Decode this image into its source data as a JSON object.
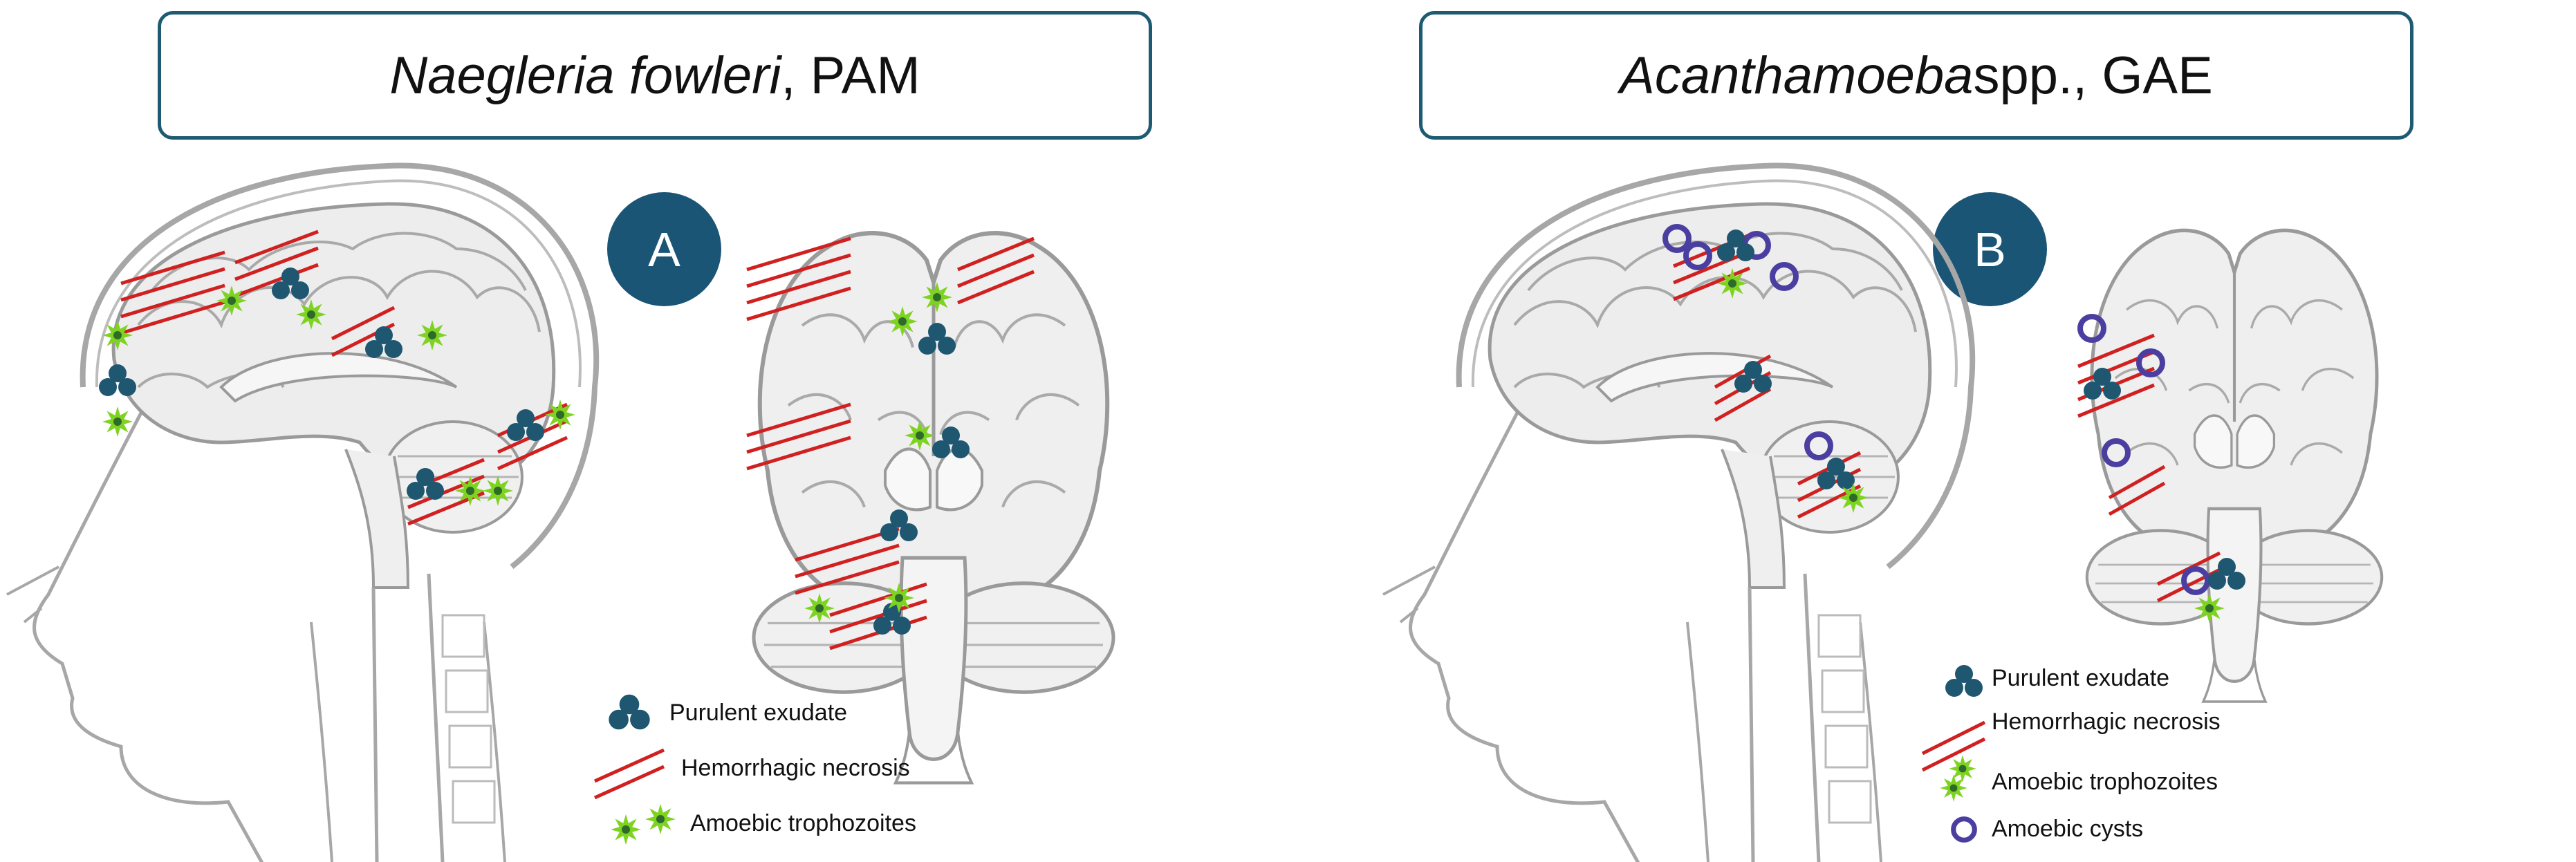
{
  "panels": [
    {
      "title_italic": "Naegleria fowleri",
      "title_rest": ", PAM",
      "badge": "A",
      "legend": [
        "Purulent exudate",
        "Hemorrhagic necrosis",
        "Amoebic trophozoites"
      ]
    },
    {
      "title_italic": "Acanthamoeba",
      "title_rest": " spp., GAE",
      "badge": "B",
      "legend": [
        "Purulent exudate",
        "Hemorrhagic necrosis",
        "Amoebic trophozoites",
        "Amoebic cysts"
      ]
    }
  ],
  "colors": {
    "box_border": "#1e5b73",
    "badge_fill": "#1b5576",
    "exudate": "#1f5670",
    "necrosis": "#d02020",
    "trophozoite": "#7ed321",
    "cyst": "#4a3fa0",
    "brain_outline": "#9a9a9a",
    "brain_fill": "#ededed"
  },
  "icons": [
    "purulent-exudate-icon",
    "hemorrhagic-necrosis-icon",
    "amoebic-trophozoite-icon",
    "amoebic-cyst-icon"
  ]
}
